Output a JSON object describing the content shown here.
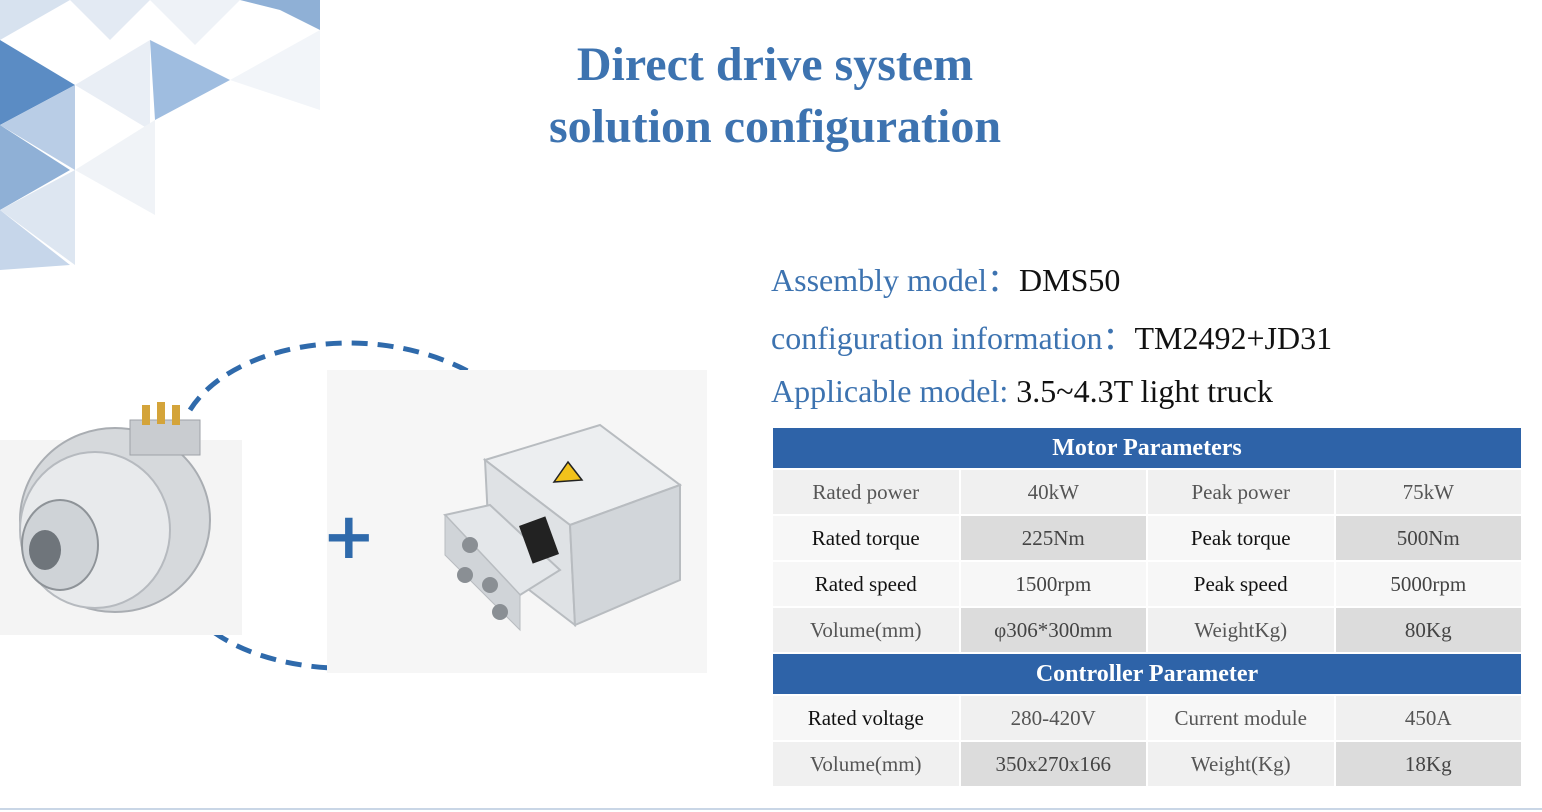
{
  "title": {
    "line1": "Direct drive system",
    "line2": "solution configuration"
  },
  "info": {
    "assembly_label": "Assembly model：",
    "assembly_value": "DMS50",
    "config_label": "configuration information：",
    "config_value": "TM2492+JD31",
    "applicable_label": "Applicable model:",
    "applicable_value": "3.5~4.3T light truck"
  },
  "plus_symbol": "+",
  "motor_table": {
    "header": "Motor Parameters",
    "rows": [
      [
        "Rated power",
        "40kW",
        "Peak power",
        "75kW"
      ],
      [
        "Rated torque",
        "225Nm",
        "Peak torque",
        "500Nm"
      ],
      [
        "Rated speed",
        "1500rpm",
        "Peak speed",
        "5000rpm"
      ],
      [
        "Volume(mm)",
        "φ306*300mm",
        "WeightKg)",
        "80Kg"
      ]
    ]
  },
  "controller_table": {
    "header": "Controller Parameter",
    "rows": [
      [
        "Rated voltage",
        "280-420V",
        "Current module",
        "450A"
      ],
      [
        "Volume(mm)",
        "350x270x166",
        "Weight(Kg)",
        "18Kg"
      ]
    ]
  },
  "colors": {
    "accent": "#3d73b0",
    "table_header": "#2e63a8"
  },
  "icons": [
    "warning-icon"
  ]
}
